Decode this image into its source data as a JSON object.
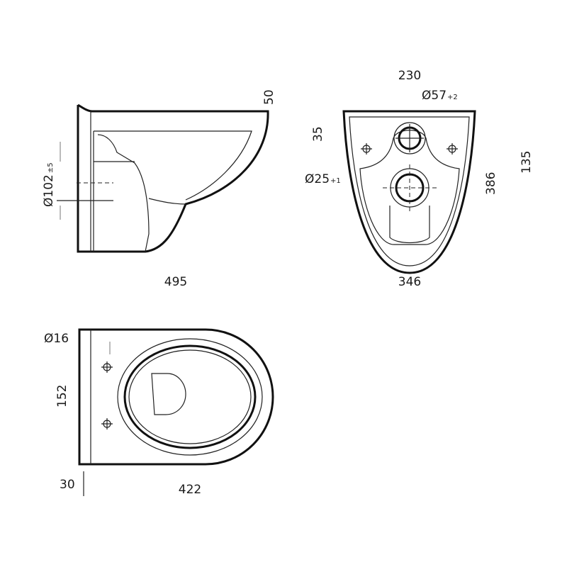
{
  "side_view": {
    "dim_height": "50",
    "dim_length": "495",
    "dim_outlet_diameter": "Ø102",
    "dim_outlet_tolerance": "±5"
  },
  "rear_view": {
    "dim_width_top": "230",
    "dim_inlet_diameter": "Ø57",
    "dim_inlet_tolerance": "+2",
    "dim_offset": "35",
    "dim_small_diameter": "Ø25",
    "dim_small_tolerance": "+1",
    "dim_height": "386",
    "dim_side": "135",
    "dim_width": "346"
  },
  "top_view": {
    "dim_hole_diameter": "Ø16",
    "dim_hole_spacing": "152",
    "dim_offset": "30",
    "dim_length": "422"
  }
}
